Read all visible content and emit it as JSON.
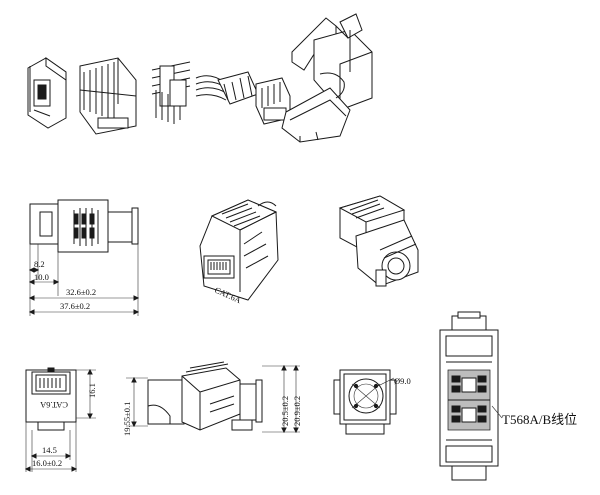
{
  "title": "",
  "side_view": {
    "dims": [
      "8.2",
      "10.0",
      "32.6±0.2",
      "37.6±0.2"
    ]
  },
  "front_view": {
    "label": "CAT.6A",
    "dims": [
      "16.1",
      "14.5",
      "16.0±0.2"
    ]
  },
  "iso_view": {
    "label": "CAT.6A"
  },
  "profile_view": {
    "dims": [
      "19.55±0.1",
      "20.5±0.2",
      "20.9±0.2"
    ]
  },
  "rear_view": {
    "dims": [
      "Ø9.0"
    ]
  },
  "wiring_view": {
    "caption": "T568A/B线位"
  }
}
